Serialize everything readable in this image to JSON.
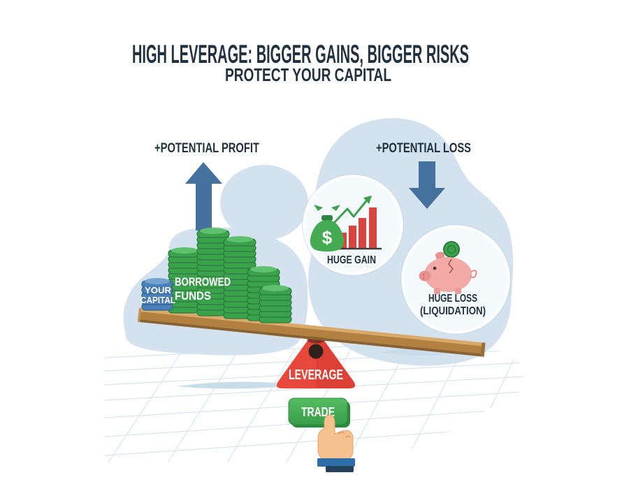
{
  "header": {
    "title": "HIGH LEVERAGE: BIGGER GAINS, BIGGER RISKS",
    "subtitle": "PROTECT YOUR CAPITAL"
  },
  "profit": {
    "label": "+POTENTIAL PROFIT"
  },
  "loss": {
    "label": "+POTENTIAL LOSS"
  },
  "gain_bubble": {
    "label": "HUGE GAIN",
    "money_bag_symbol": "$"
  },
  "loss_bubble": {
    "line1": "HUGE LOSS",
    "line2": "(LIQUIDATION)"
  },
  "seesaw": {
    "borrowed_line1": "BORROWED",
    "borrowed_line2": "FUNDS",
    "capital_line1": "YOUR",
    "capital_line2": "CAPITAL",
    "fulcrum_label": "LEVERAGE"
  },
  "trade_button": {
    "label": "TRADE"
  },
  "icons": {
    "profit_arrow": "up-arrow",
    "loss_arrow": "down-arrow",
    "gain": "money-bag-with-rising-bar-chart",
    "loss": "cracked-piggy-bank-with-coin",
    "cursor": "pointing-hand-cursor"
  },
  "colors": {
    "background": "#ffffff",
    "blob_blue": "#d3e2ee",
    "title_navy": "#22313f",
    "arrow_blue": "#44719e",
    "plank_brown": "#b2803f",
    "plank_top": "#d9a968",
    "triangle_red": "#e8473b",
    "button_green": "#3fae4e",
    "coin_green": "#3ba14c",
    "coin_blue": "#4a80b8",
    "bar_red": "#d9453c",
    "piggy_pink": "#f3a9a6",
    "bubble_fill": "#f5fafd",
    "grid_line": "#d5e1ea",
    "hand_skin": "#f4c18f",
    "cuff_blue": "#2f6da8"
  }
}
